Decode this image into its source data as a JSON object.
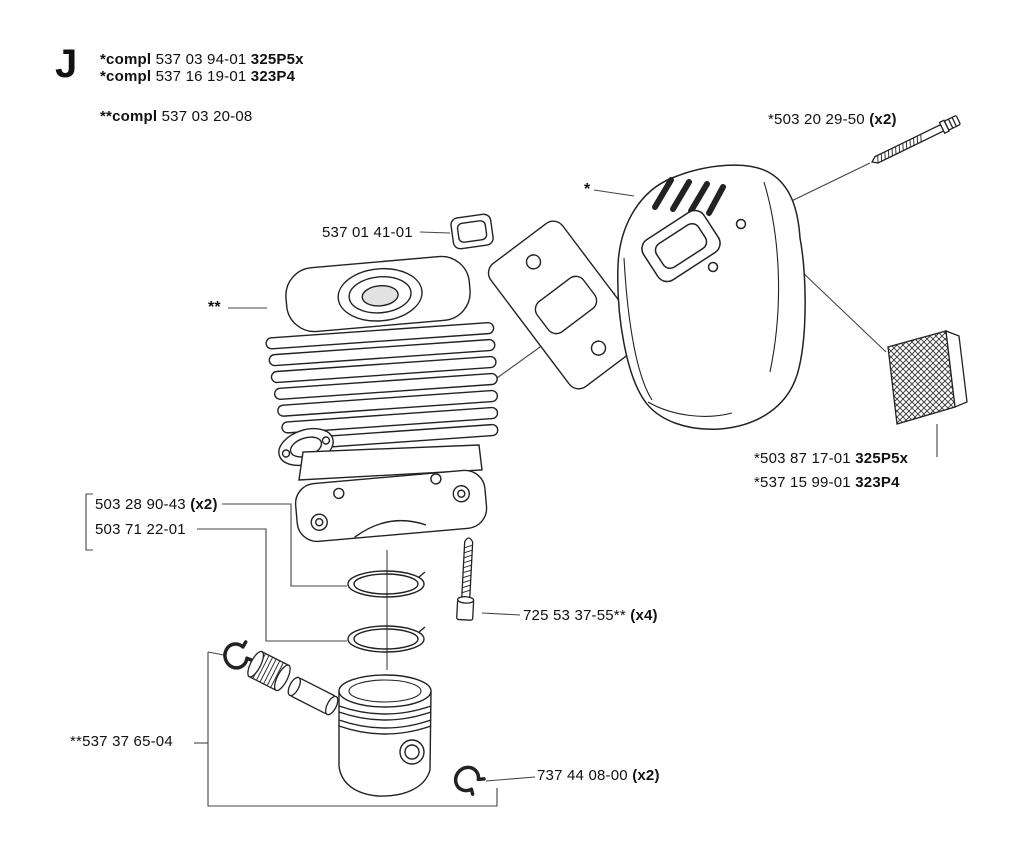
{
  "page": {
    "background": "#ffffff",
    "ink": "#111111",
    "line_color": "#444444"
  },
  "section_letter": "J",
  "header": {
    "compl_lines": [
      {
        "prefix": "*compl",
        "number": "537 03 94-01",
        "model": "325P5x"
      },
      {
        "prefix": "*compl",
        "number": "537 16 19-01",
        "model": "323P4"
      },
      {
        "prefix": "**compl",
        "number": "537 03 20-08"
      }
    ]
  },
  "labels": {
    "muffler_bolt": {
      "number": "*503 20 29-50",
      "qty": "(x2)"
    },
    "muffler_bracket": {
      "number": "537 01 41-01"
    },
    "muffler_marker": "*",
    "cylinder_marker": "**",
    "screen_lines": [
      {
        "number": "*503 87 17-01",
        "model": "325P5x"
      },
      {
        "number": "*537 15 99-01",
        "model": "323P4"
      }
    ],
    "piston_ring_set": {
      "number": "503 28 90-43",
      "qty": "(x2)"
    },
    "piston_ring": {
      "number": "503 71 22-01"
    },
    "cylinder_screw": {
      "number": "725 53 37-55**",
      "qty": "(x4)"
    },
    "piston_assembly": {
      "number": "**537 37 65-04"
    },
    "pin_circlip": {
      "number": "737 44 08-00",
      "qty": "(x2)"
    }
  }
}
